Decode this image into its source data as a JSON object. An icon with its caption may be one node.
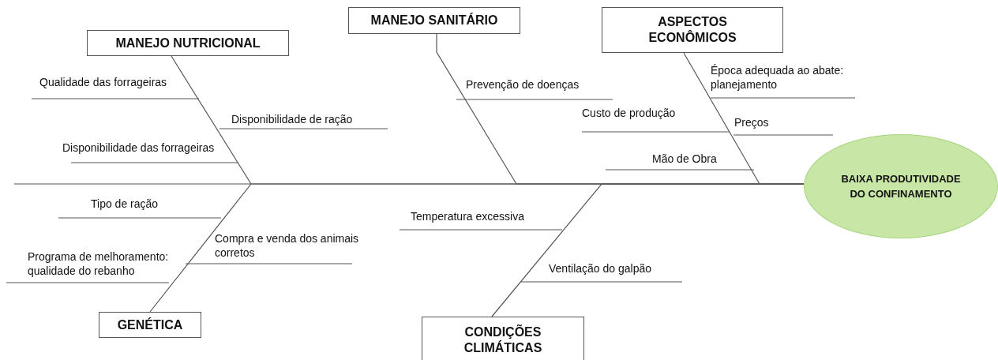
{
  "diagram": {
    "nodes": [
      {
        "text": [
          "MANEJO NUTRICIONAL"
        ]
      },
      {
        "text": [
          "MANEJO SANITÁRIO"
        ]
      },
      {
        "text": [
          "ASPECTOS ECONÔMICOS"
        ]
      },
      {
        "text": [
          "BAIXA PRODUTIVIDADE DO CONFINAMENTO"
        ]
      },
      {
        "text": [
          "GENÉTICA"
        ]
      },
      {
        "text": [
          "CONDIÇÕES CLIMÁTICAS"
        ]
      }
    ],
    "edges": [
      {
        "from": 0,
        "to": 3,
        "arrow": "none"
      },
      {
        "from": 1,
        "to": 3,
        "arrow": "none"
      },
      {
        "from": 2,
        "to": 3,
        "arrow": "none"
      },
      {
        "from": 4,
        "to": 3,
        "arrow": "none"
      },
      {
        "from": 5,
        "to": 3,
        "arrow": "none"
      }
    ],
    "labels": [
      "Época adequada ao abate: planejamento",
      "Qualidade das forrageiras",
      "Prevenção de doenças",
      "Custo de produção",
      "Disponibilidade de ração",
      "Preços",
      "Disponibilidade das forrageiras",
      "Mão de Obra",
      "Tipo de ração",
      "Temperatura excessiva",
      "Compra e venda dos animais corretos",
      "Programa de melhoramento: qualidade do rebanho",
      "Ventilação do galpão"
    ]
  }
}
